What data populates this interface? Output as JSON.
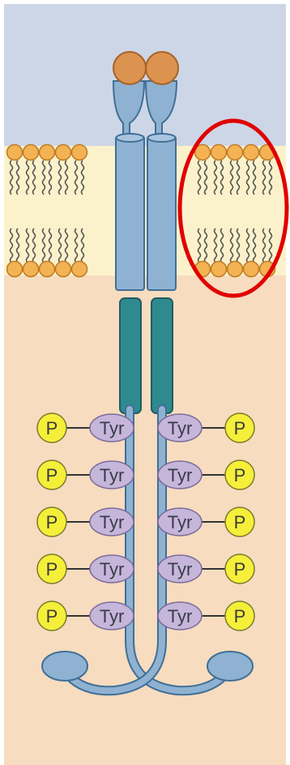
{
  "diagram": {
    "colors": {
      "extracellular": "#cdd6e6",
      "cytoplasm": "#f7dcbf",
      "membrane_core": "#fbf2cb",
      "lipid_head": "#f3b254",
      "lipid_head_stroke": "#c07a25",
      "lipid_tail": "#555555",
      "receptor_blue": "#8fb2d2",
      "receptor_stroke": "#3f6f97",
      "ligand": "#dc9350",
      "ligand_stroke": "#a86227",
      "kinase_domain": "#2f8a8f",
      "tyrosine": "#c5b6da",
      "tyrosine_stroke": "#7b6a9a",
      "phosphate": "#f5ef3a",
      "phosphate_stroke": "#7a7a2a",
      "highlight_circle": "#e00000"
    },
    "left_labels": [
      {
        "tyr": "Tyr",
        "p": "P"
      },
      {
        "tyr": "Tyr",
        "p": "P"
      },
      {
        "tyr": "Tyr",
        "p": "P"
      },
      {
        "tyr": "Tyr",
        "p": "P"
      },
      {
        "tyr": "Tyr",
        "p": "P"
      }
    ],
    "right_labels": [
      {
        "tyr": "Tyr",
        "p": "P"
      },
      {
        "tyr": "Tyr",
        "p": "P"
      },
      {
        "tyr": "Tyr",
        "p": "P"
      },
      {
        "tyr": "Tyr",
        "p": "P"
      },
      {
        "tyr": "Tyr",
        "p": "P"
      }
    ]
  }
}
